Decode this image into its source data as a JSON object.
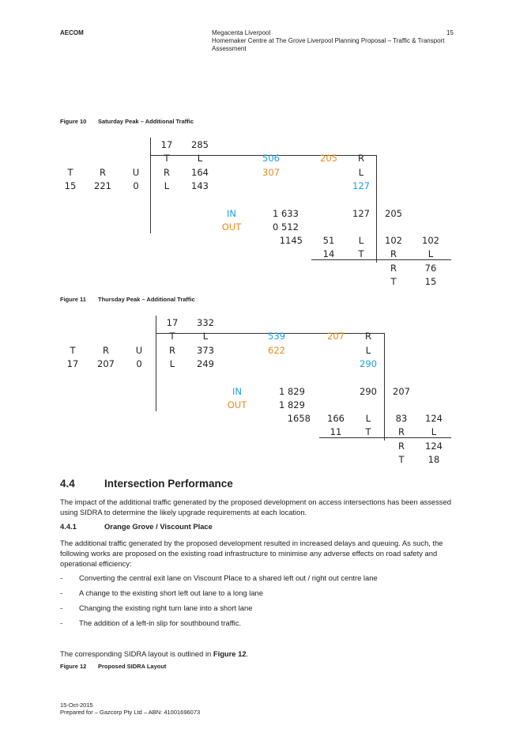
{
  "header": {
    "company": "AECOM",
    "project_line1": "Megacenta Liverpool",
    "project_line2": "Homemaker Centre at The Grove Liverpool Planning Proposal – Traffic & Transport",
    "project_line3": "Assessment",
    "page_number": "15"
  },
  "figure10": {
    "caption_label": "Figure 10",
    "caption_title": "Saturday Peak – Additional Traffic",
    "top_left_labels": [
      "T",
      "R",
      "U"
    ],
    "top_left_values": [
      "15",
      "221",
      "0"
    ],
    "top_17": "17",
    "top_285": "285",
    "top_T": "T",
    "top_L": "L",
    "row_R": "R",
    "row_R_val": "164",
    "row_L": "L",
    "row_L_val": "143",
    "blue_top": "506",
    "orange_top": "205",
    "top_R": "R",
    "orange_mid": "307",
    "right_L": "L",
    "blue_right": "127",
    "in_label": "IN",
    "in_value": "1 633",
    "out_label": "OUT",
    "out_value": "0 512",
    "mid_127": "127",
    "mid_205": "205",
    "b_1145": "1145",
    "b_51": "51",
    "b_L": "L",
    "b_102a": "102",
    "b_102b": "102",
    "b_14": "14",
    "b_T": "T",
    "b_R": "R",
    "b_L2": "L",
    "b_R2": "R",
    "b_76": "76",
    "b_T2": "T",
    "b_15": "15"
  },
  "figure11": {
    "caption_label": "Figure 11",
    "caption_title": "Thursday Peak – Additional Traffic",
    "top_left_labels": [
      "T",
      "R",
      "U"
    ],
    "top_left_values": [
      "17",
      "207",
      "0"
    ],
    "top_17": "17",
    "top_285": "332",
    "top_T": "T",
    "top_L": "L",
    "row_R": "R",
    "row_R_val": "373",
    "row_L": "L",
    "row_L_val": "249",
    "blue_top": "539",
    "orange_top": "207",
    "top_R": "R",
    "orange_mid": "622",
    "right_L": "L",
    "blue_right": "290",
    "in_label": "IN",
    "in_value": "1 829",
    "out_label": "OUT",
    "out_value": "1 829",
    "mid_127": "290",
    "mid_205": "207",
    "b_1145": "1658",
    "b_51": "166",
    "b_L": "L",
    "b_102a": "83",
    "b_102b": "124",
    "b_14": "11",
    "b_T": "T",
    "b_R": "R",
    "b_L2": "L",
    "b_R2": "R",
    "b_76": "124",
    "b_T2": "T",
    "b_15": "18"
  },
  "section": {
    "number": "4.4",
    "title": "Intersection Performance",
    "intro": "The impact of the additional traffic generated by the proposed development on access intersections has been assessed using SIDRA to determine the likely upgrade requirements at each location.",
    "subsection_number": "4.4.1",
    "subsection_title": "Orange Grove / Viscount Place",
    "sub_para": "The additional traffic generated by the proposed development resulted in increased delays and queuing. As such, the following works are proposed on the existing road infrastructure to minimise any adverse effects on road safety and operational efficiency:",
    "bullets": [
      "Converting the central exit lane on Viscount Place to a shared left out / right out centre lane",
      "A change to the existing short left out lane to a long lane",
      "Changing the existing right turn lane into a short lane",
      "The addition of a left-in slip for southbound traffic."
    ],
    "closing_text": "The corresponding SIDRA layout is outlined in ",
    "closing_bold": "Figure 12",
    "closing_end": "."
  },
  "figure12": {
    "caption_label": "Figure 12",
    "caption_title": "Proposed SIDRA Layout"
  },
  "footer": {
    "date": "15-Oct-2015",
    "prepared": "Prepared for – Gazcorp Pty Ltd – ABN: 41001696073"
  },
  "colors": {
    "blue": "#1aa0e0",
    "orange": "#ec8a1b"
  }
}
